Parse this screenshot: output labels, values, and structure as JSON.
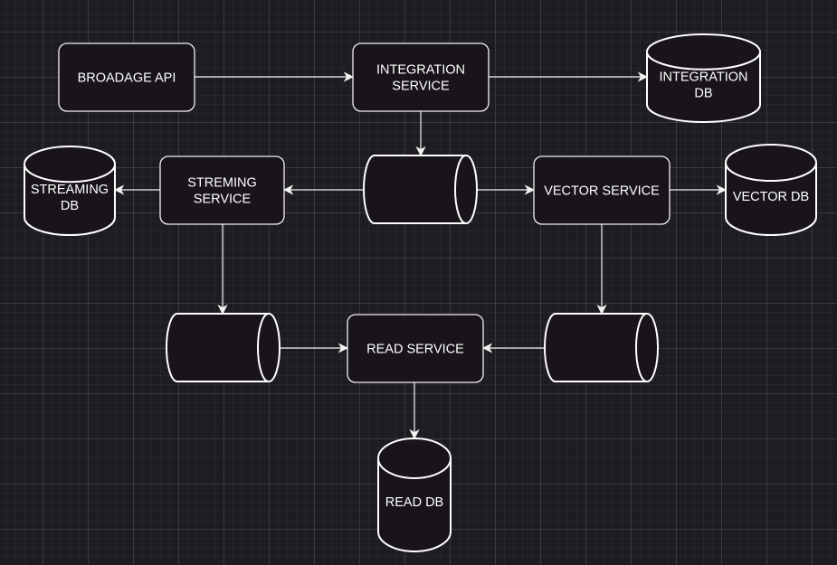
{
  "colors": {
    "background": "#1e1c20",
    "node_fill": "#18141a",
    "stroke": "#f2f2f2",
    "text": "#ffffff"
  },
  "nodes": {
    "broadage_api": {
      "lines": [
        "BROADAGE API"
      ]
    },
    "integration_service": {
      "lines": [
        "INTEGRATION",
        "SERVICE"
      ]
    },
    "integration_db": {
      "lines": [
        "INTEGRATION",
        "DB"
      ]
    },
    "streaming_service": {
      "lines": [
        "STREMING",
        "SERVICE"
      ]
    },
    "streaming_db": {
      "lines": [
        "STREAMING",
        "DB"
      ]
    },
    "queue_center": {
      "lines": []
    },
    "vector_service": {
      "lines": [
        "VECTOR SERVICE"
      ]
    },
    "vector_db": {
      "lines": [
        "VECTOR DB"
      ]
    },
    "queue_left": {
      "lines": []
    },
    "read_service": {
      "lines": [
        "READ SERVICE"
      ]
    },
    "queue_right": {
      "lines": []
    },
    "read_db": {
      "lines": [
        "READ DB"
      ]
    }
  },
  "edges": [
    {
      "from": "broadage_api",
      "to": "integration_service"
    },
    {
      "from": "integration_service",
      "to": "integration_db"
    },
    {
      "from": "integration_service",
      "to": "queue_center"
    },
    {
      "from": "queue_center",
      "to": "streaming_service"
    },
    {
      "from": "streaming_service",
      "to": "streaming_db"
    },
    {
      "from": "queue_center",
      "to": "vector_service"
    },
    {
      "from": "vector_service",
      "to": "vector_db"
    },
    {
      "from": "streaming_service",
      "to": "queue_left"
    },
    {
      "from": "vector_service",
      "to": "queue_right"
    },
    {
      "from": "queue_left",
      "to": "read_service"
    },
    {
      "from": "queue_right",
      "to": "read_service"
    },
    {
      "from": "read_service",
      "to": "read_db"
    }
  ]
}
